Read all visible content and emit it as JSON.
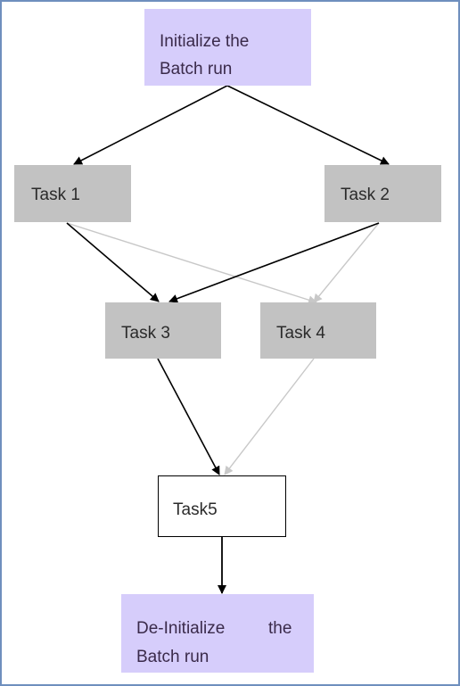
{
  "nodes": {
    "init": {
      "line1": "Initialize  the",
      "line2": "Batch run"
    },
    "task1": {
      "label": "Task 1"
    },
    "task2": {
      "label": "Task 2"
    },
    "task3": {
      "label": "Task 3"
    },
    "task4": {
      "label": "Task 4"
    },
    "task5": {
      "label": "Task5"
    },
    "deinit": {
      "line1": "De-Initialize",
      "line1b": "the",
      "line2": "Batch run"
    }
  },
  "colors": {
    "purple": "#d6cdfb",
    "grey": "#c2c2c2",
    "dark_arrow": "#000000",
    "light_arrow": "#c8c8c8",
    "frame": "#6f8fbe"
  }
}
